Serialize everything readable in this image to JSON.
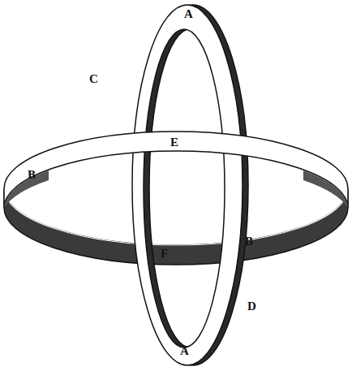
{
  "diagram": {
    "labels": [
      "A",
      "C",
      "E",
      "B",
      "B",
      "F",
      "D",
      "A"
    ]
  }
}
